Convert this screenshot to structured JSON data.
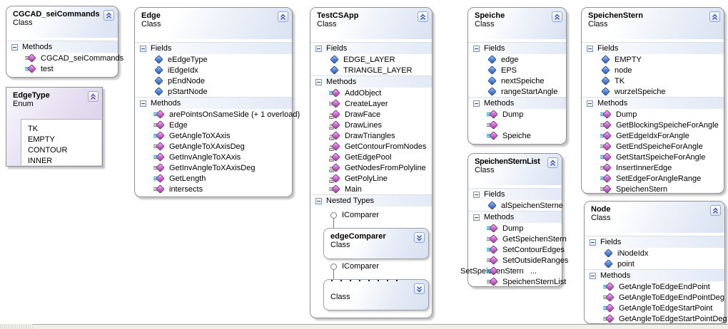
{
  "diagram": {
    "boxes": {
      "cgcad": {
        "title": "CGCAD_seiCommands",
        "kind": "Class",
        "methods_label": "Methods",
        "methods": [
          {
            "label": "CGCAD_seiCommands",
            "icon": "method-icon"
          },
          {
            "label": "test",
            "icon": "method-icon"
          }
        ]
      },
      "edgetype": {
        "title": "EdgeType",
        "kind": "Enum",
        "members": [
          {
            "label": "TK"
          },
          {
            "label": "EMPTY"
          },
          {
            "label": "CONTOUR"
          },
          {
            "label": "INNER"
          }
        ]
      },
      "edge": {
        "title": "Edge",
        "kind": "Class",
        "fields_label": "Fields",
        "methods_label": "Methods",
        "fields": [
          {
            "label": "eEdgeType",
            "icon": "field-icon"
          },
          {
            "label": "iEdgeIdx",
            "icon": "field-icon"
          },
          {
            "label": "pEndNode",
            "icon": "field-icon"
          },
          {
            "label": "pStartNode",
            "icon": "field-icon"
          }
        ],
        "methods": [
          {
            "label": "arePointsOnSameSide (+ 1 overload)",
            "icon": "method-icon"
          },
          {
            "label": "Edge",
            "icon": "method-icon"
          },
          {
            "label": "GetAngleToXAxis",
            "icon": "method-icon"
          },
          {
            "label": "GetAngleToXAxisDeg",
            "icon": "method-icon"
          },
          {
            "label": "GetInvAngleToXAxis",
            "icon": "method-icon"
          },
          {
            "label": "GetInvAngleToXAxisDeg",
            "icon": "method-icon"
          },
          {
            "label": "GetLength",
            "icon": "method-icon"
          },
          {
            "label": "intersects",
            "icon": "method-icon"
          }
        ]
      },
      "testcsapp": {
        "title": "TestCSApp",
        "kind": "Class",
        "fields_label": "Fields",
        "methods_label": "Methods",
        "nested_label": "Nested Types",
        "fields": [
          {
            "label": "EDGE_LAYER",
            "icon": "field-icon"
          },
          {
            "label": "TRIANGLE_LAYER",
            "icon": "field-icon"
          }
        ],
        "methods": [
          {
            "label": "AddObject",
            "icon": "method-icon"
          },
          {
            "label": "CreateLayer",
            "icon": "method-icon"
          },
          {
            "label": "DrawFace",
            "icon": "private-method-lock-icon"
          },
          {
            "label": "DrawLines",
            "icon": "private-method-lock-icon"
          },
          {
            "label": "DrawTriangles",
            "icon": "private-method-lock-icon"
          },
          {
            "label": "GetContourFromNodes",
            "icon": "private-method-lock-icon"
          },
          {
            "label": "GetEdgePool",
            "icon": "private-method-lock-icon"
          },
          {
            "label": "GetNodesFromPolyline",
            "icon": "private-method-lock-icon"
          },
          {
            "label": "GetPolyLine",
            "icon": "private-method-lock-icon"
          },
          {
            "label": "Main",
            "icon": "method-icon"
          }
        ],
        "nested": [
          {
            "interface": "IComparer",
            "title": "edgeComparer",
            "kind": "Class"
          },
          {
            "interface": "IComparer",
            "title": "",
            "kind": "Class"
          }
        ]
      },
      "speiche": {
        "title": "Speiche",
        "kind": "Class",
        "fields_label": "Fields",
        "methods_label": "Methods",
        "fields": [
          {
            "label": "edge",
            "icon": "field-icon"
          },
          {
            "label": "EPS",
            "icon": "field-icon"
          },
          {
            "label": "nextSpeiche",
            "icon": "field-icon"
          },
          {
            "label": "rangeStartAngle",
            "icon": "field-icon"
          }
        ],
        "methods": [
          {
            "label": "Dump",
            "icon": "method-icon"
          },
          {
            "label": "",
            "icon": "method-icon"
          },
          {
            "label": "Speiche",
            "icon": "method-icon"
          }
        ]
      },
      "speichensternlist": {
        "title": "SpeichenSternList",
        "kind": "Class",
        "fields_label": "Fields",
        "methods_label": "Methods",
        "fields": [
          {
            "label": "alSpeichenSterne",
            "icon": "field-icon"
          }
        ],
        "methods": [
          {
            "label": "Dump",
            "icon": "method-icon"
          },
          {
            "label": "GetSpeichenStern",
            "icon": "method-icon"
          },
          {
            "label": "SetContourEdges",
            "icon": "method-icon"
          },
          {
            "label": "SetOutsideRanges",
            "icon": "method-icon"
          },
          {
            "label": "SetSpeichenStern   ...",
            "icon": "method-icon"
          },
          {
            "label": "SpeichenSternList",
            "icon": "method-icon"
          }
        ]
      },
      "speichenstern": {
        "title": "SpeichenStern",
        "kind": "Class",
        "fields_label": "Fields",
        "methods_label": "Methods",
        "fields": [
          {
            "label": "EMPTY",
            "icon": "field-icon"
          },
          {
            "label": "node",
            "icon": "field-icon"
          },
          {
            "label": "TK",
            "icon": "field-icon"
          },
          {
            "label": "wurzelSpeiche",
            "icon": "field-icon"
          }
        ],
        "methods": [
          {
            "label": "Dump",
            "icon": "method-icon"
          },
          {
            "label": "GetBlockingSpeicheForAngle",
            "icon": "method-icon"
          },
          {
            "label": "GetEdgeIdxForAngle",
            "icon": "method-icon"
          },
          {
            "label": "GetEndSpeicheForAngle",
            "icon": "method-icon"
          },
          {
            "label": "GetStartSpeicheForAngle",
            "icon": "method-icon"
          },
          {
            "label": "InsertInnerEdge",
            "icon": "method-icon"
          },
          {
            "label": "SetEdgeForAngleRange",
            "icon": "method-icon"
          },
          {
            "label": "SpeichenStern",
            "icon": "method-icon"
          }
        ]
      },
      "node": {
        "title": "Node",
        "kind": "Class",
        "fields_label": "Fields",
        "methods_label": "Methods",
        "fields": [
          {
            "label": "iNodeIdx",
            "icon": "field-icon"
          },
          {
            "label": "point",
            "icon": "field-icon"
          }
        ],
        "methods": [
          {
            "label": "GetAngleToEdgeEndPoint",
            "icon": "method-icon"
          },
          {
            "label": "GetAngleToEdgeEndPointDeg",
            "icon": "method-icon"
          },
          {
            "label": "GetAngleToEdgeStartPoint",
            "icon": "method-icon"
          },
          {
            "label": "GetAngleToEdgeStartPointDeg",
            "icon": "method-icon"
          }
        ]
      }
    },
    "icons": {
      "field": "field-icon",
      "method": "method-icon",
      "private_method": "private-method-lock-icon",
      "section_expander": "collapse-minus-icon",
      "collapse_up": "collapse-up-chevron-icon",
      "expand_down": "expand-down-chevron-icon",
      "interface_lollipop": "interface-circle-icon"
    },
    "colors": {
      "header_gradient_end": "#d9e2f2",
      "enum_fill": "#d6cfe7",
      "field_icon_blue": "#2c5bb4",
      "method_icon_magenta": "#c553ca",
      "chevron_blue": "#3c55c0",
      "box_border": "#909090"
    }
  }
}
